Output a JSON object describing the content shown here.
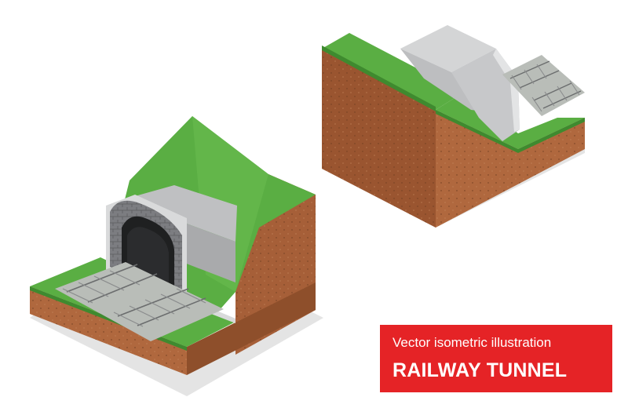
{
  "banner": {
    "subtitle": "Vector isometric illustration",
    "title": "RAILWAY TUNNEL"
  },
  "colors": {
    "grass_top": "#5aae43",
    "grass_side": "#3f8a2f",
    "soil_light": "#b0683e",
    "soil_dark": "#8e4f2b",
    "concrete": "#c9cacb",
    "banner": "#e52326"
  },
  "illustrations": [
    {
      "name": "tunnel-front-view"
    },
    {
      "name": "tunnel-side-view"
    }
  ]
}
